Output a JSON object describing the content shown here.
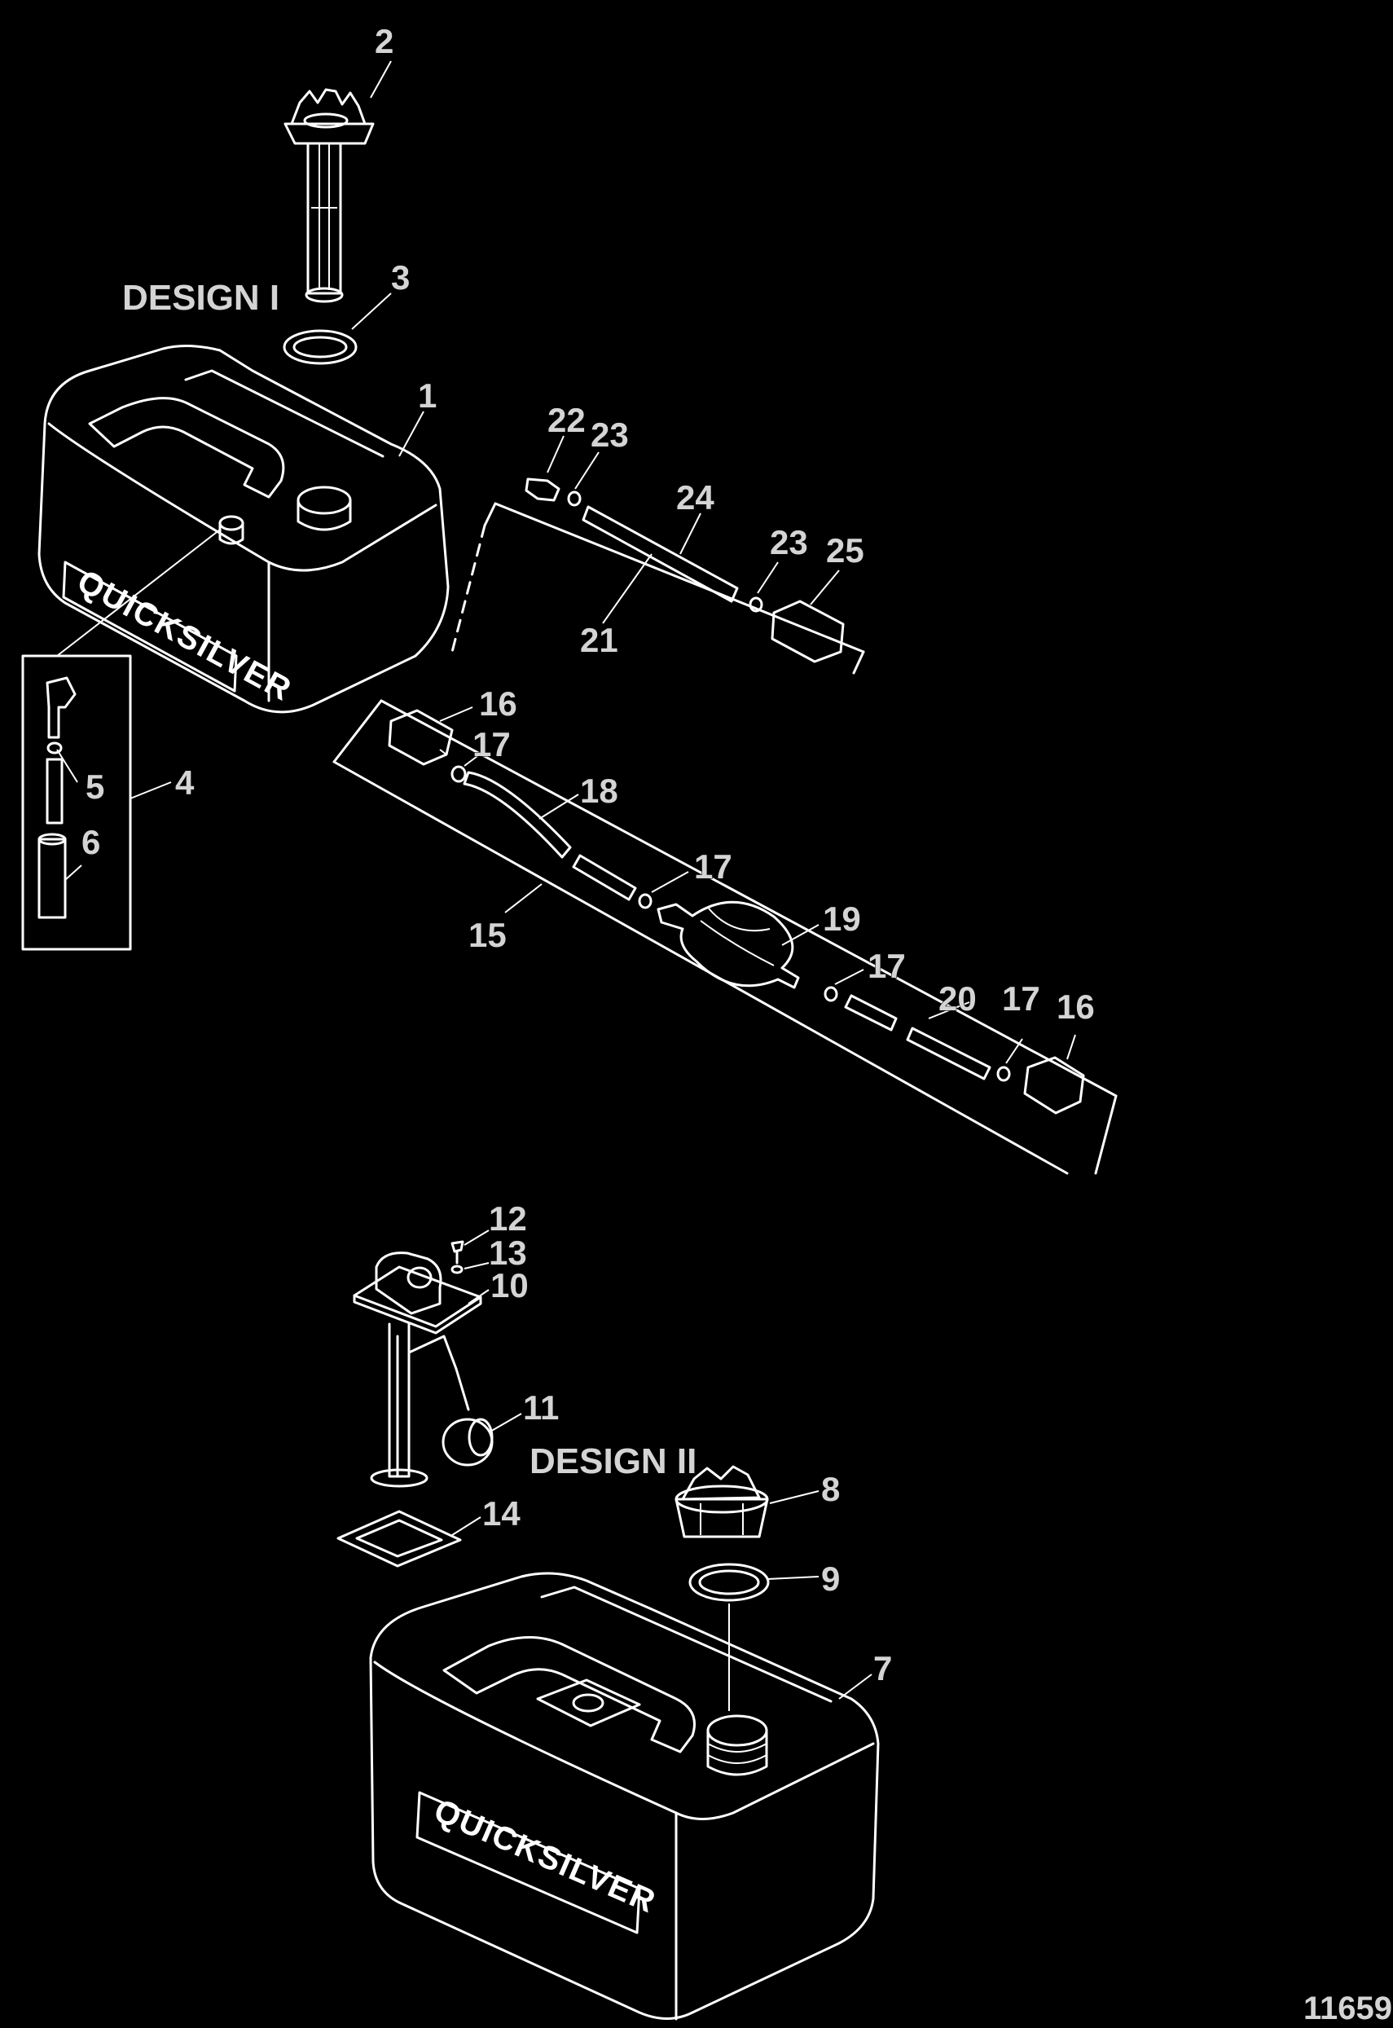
{
  "headings": {
    "design1": "DESIGN I",
    "design2": "DESIGN II"
  },
  "brand": {
    "tank1": "QUICKSILVER",
    "tank2": "QUICKSILVER"
  },
  "figure_number": "11659",
  "callouts": {
    "c1": "1",
    "c2": "2",
    "c3": "3",
    "c4": "4",
    "c5": "5",
    "c6": "6",
    "c7": "7",
    "c8": "8",
    "c9": "9",
    "c10": "10",
    "c11": "11",
    "c12": "12",
    "c13": "13",
    "c14": "14",
    "c15": "15",
    "c16a": "16",
    "c16b": "16",
    "c17a": "17",
    "c17b": "17",
    "c17c": "17",
    "c17d": "17",
    "c18": "18",
    "c19": "19",
    "c20": "20",
    "c21": "21",
    "c22": "22",
    "c23a": "23",
    "c23b": "23",
    "c24": "24",
    "c25": "25"
  }
}
